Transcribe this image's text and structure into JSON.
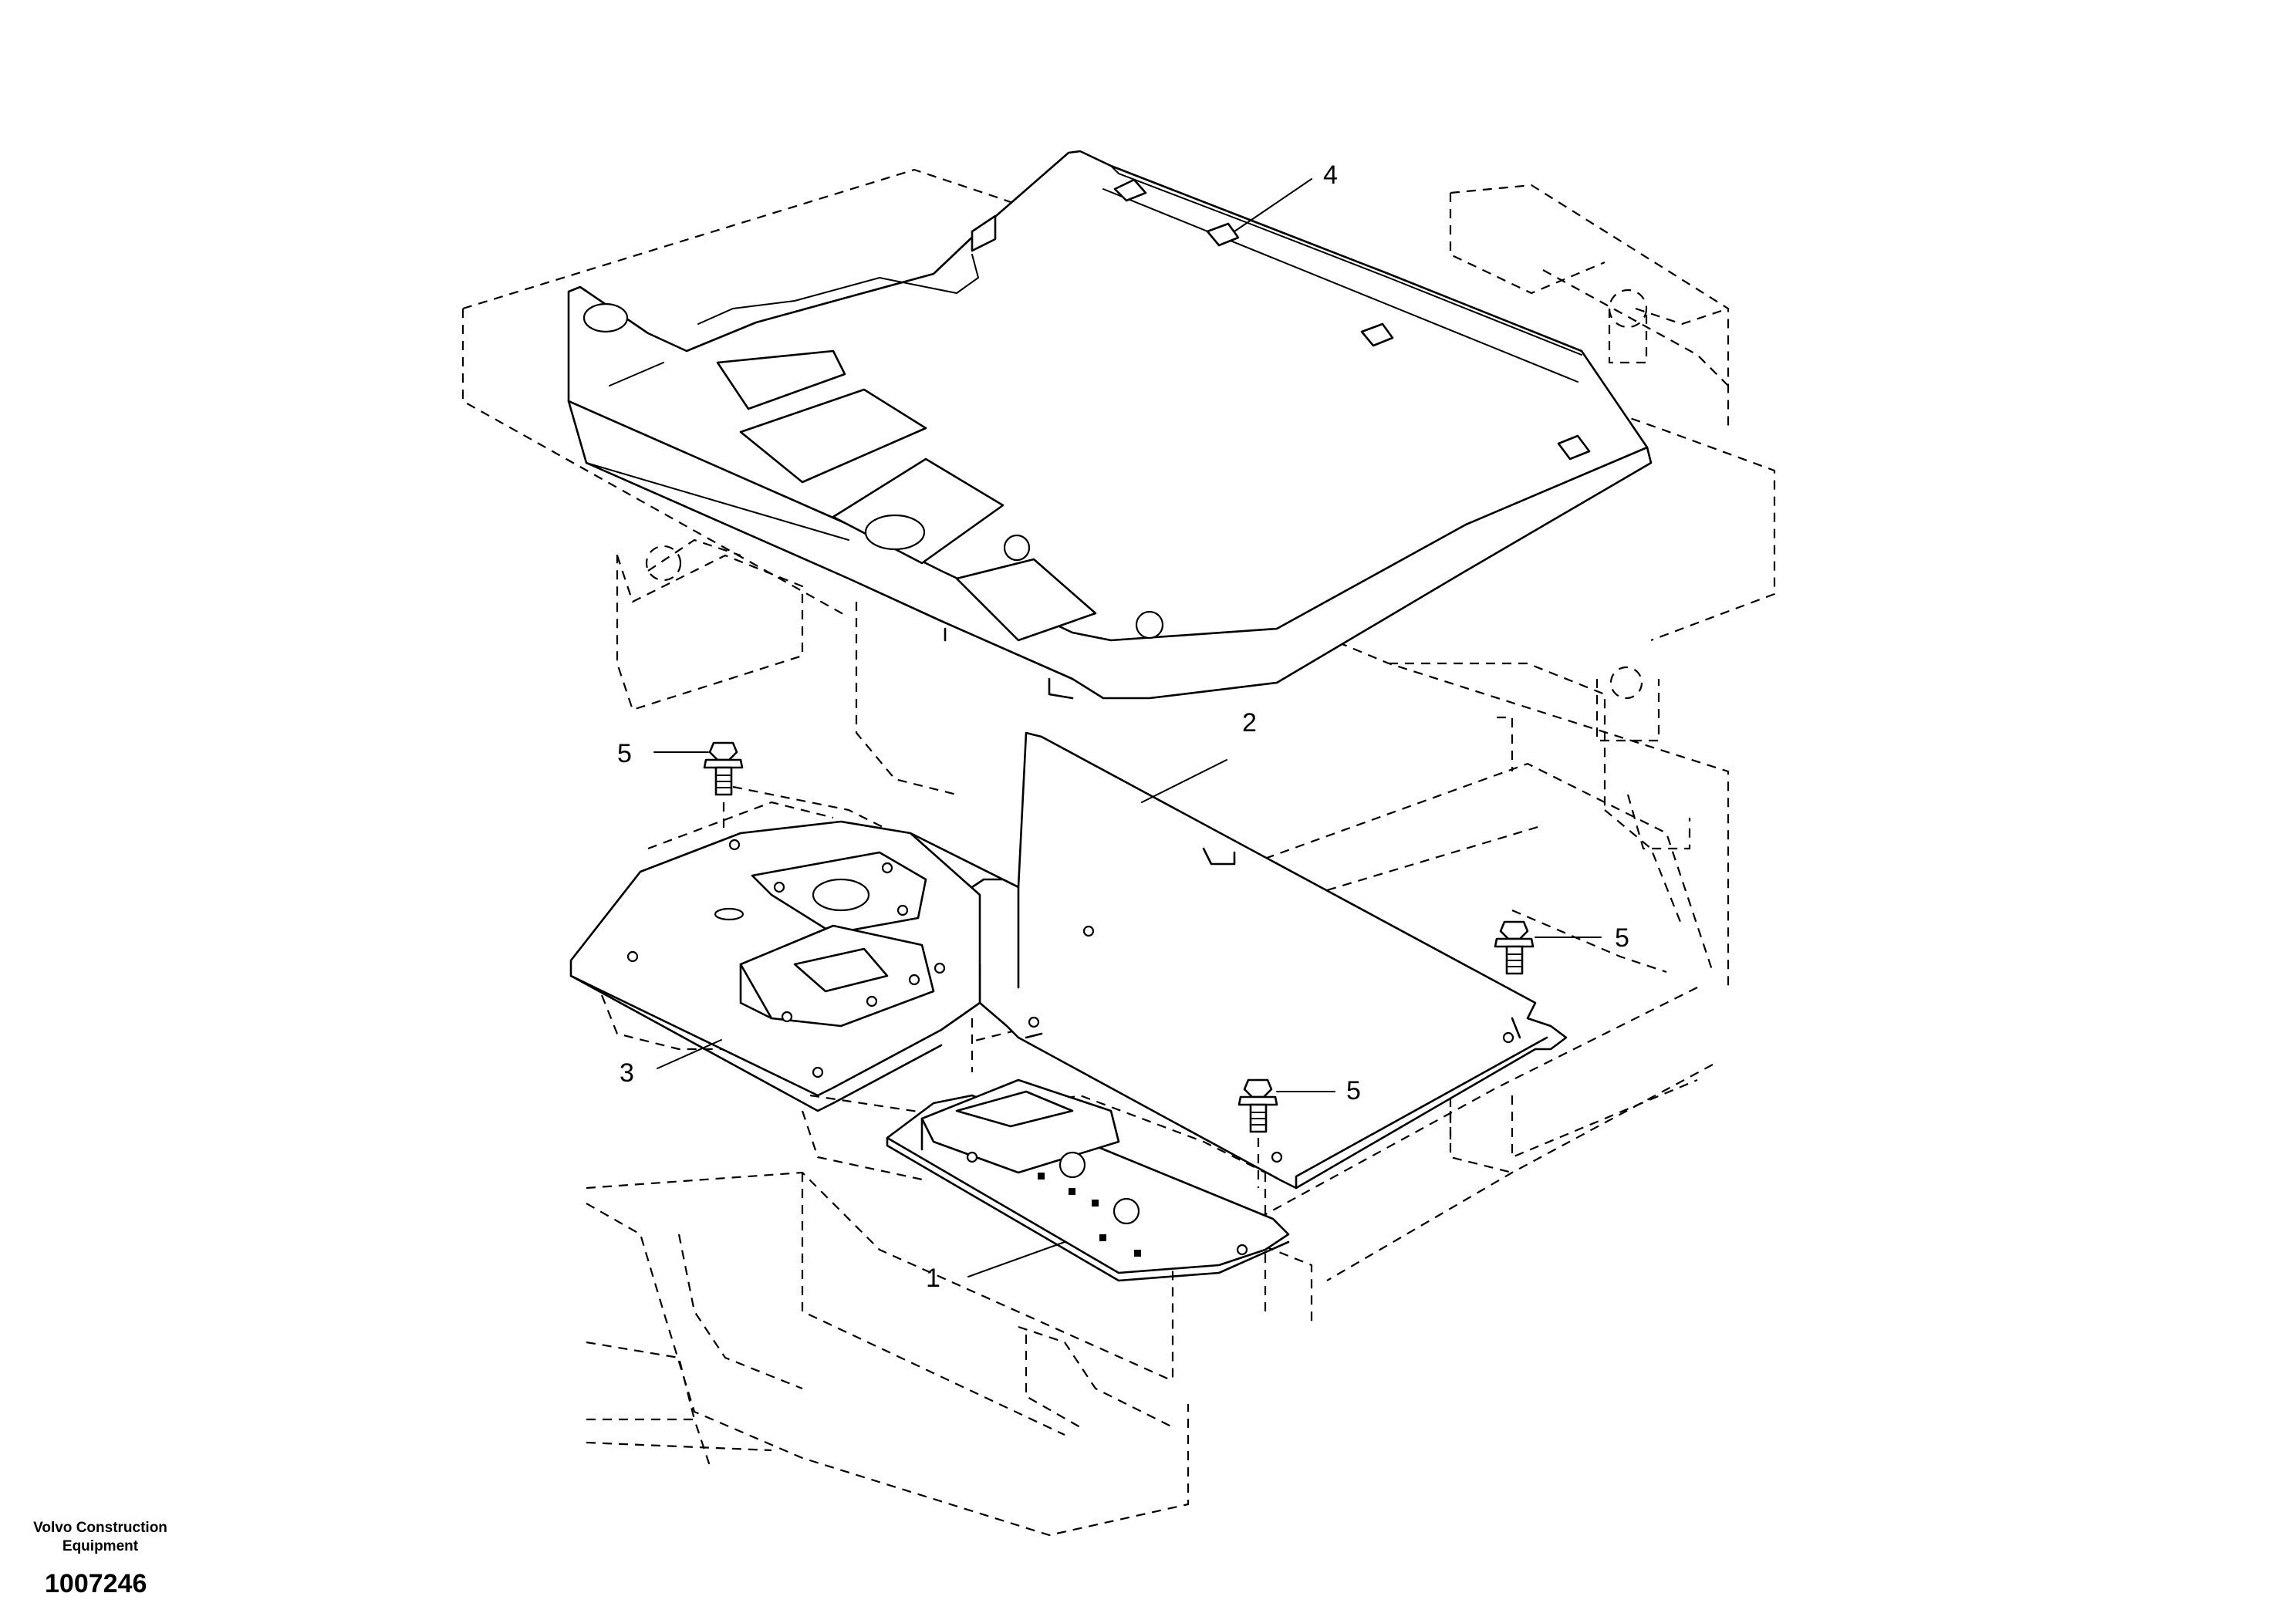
{
  "callouts": [
    {
      "id": "1",
      "label": "1"
    },
    {
      "id": "2",
      "label": "2"
    },
    {
      "id": "3",
      "label": "3"
    },
    {
      "id": "4",
      "label": "4"
    },
    {
      "id": "5a",
      "label": "5"
    },
    {
      "id": "5b",
      "label": "5"
    },
    {
      "id": "5c",
      "label": "5"
    }
  ],
  "footer": {
    "brand_line1": "Volvo Construction",
    "brand_line2": "Equipment",
    "drawing_number": "1007246"
  }
}
